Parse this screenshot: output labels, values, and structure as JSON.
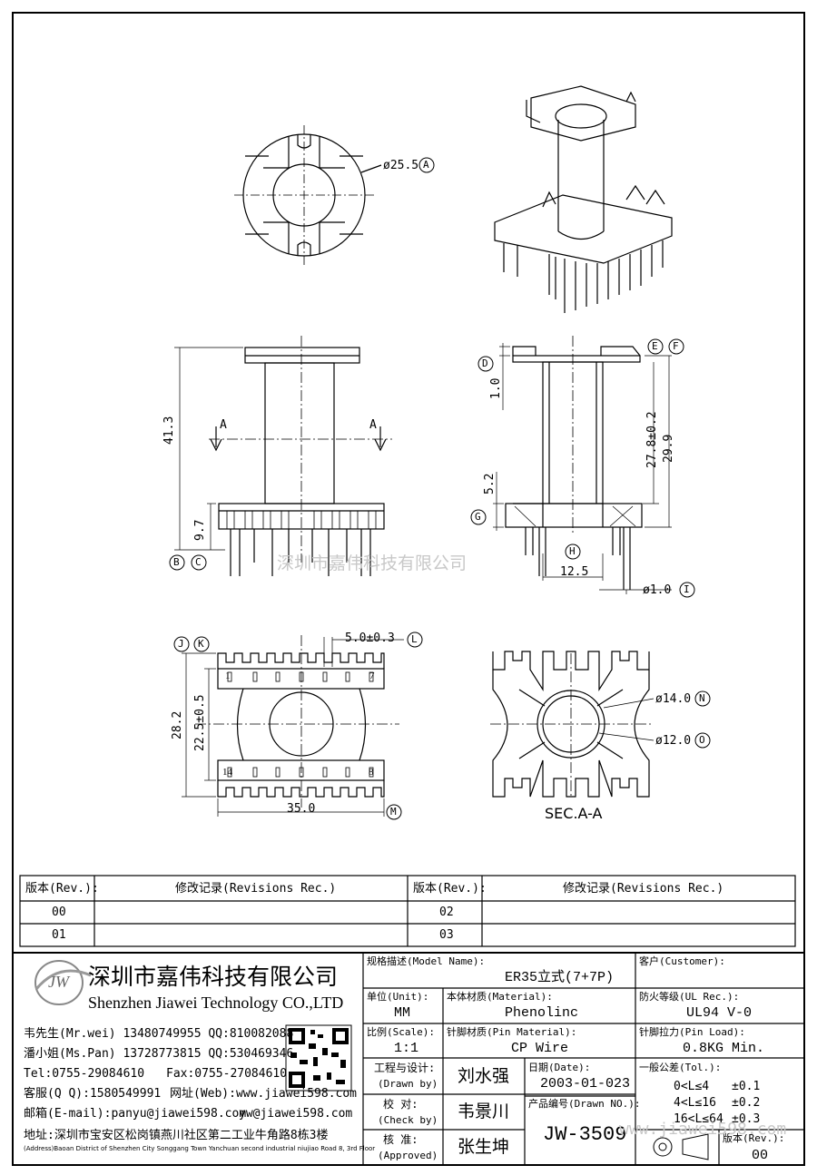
{
  "top_view": {
    "dia_label": "ø25.5",
    "ref": "A"
  },
  "front_view": {
    "h_total": "41.3",
    "h_base": "9.7",
    "section_mark_left": "A",
    "section_mark_right": "A",
    "refs": [
      "B",
      "C"
    ]
  },
  "side_view": {
    "d1": "1.0",
    "d2": "27.8±0.2",
    "d3": "29.9",
    "d4": "5.2",
    "d5": "12.5",
    "pin_dia": "ø1.0",
    "refs_top": [
      "E",
      "F"
    ],
    "ref_d": "D",
    "ref_g": "G",
    "ref_h": "H",
    "ref_i": "I"
  },
  "watermark_center": "深圳市嘉伟科技有限公司",
  "bottom_view": {
    "pitch": "5.0±0.3",
    "pitch_ref": "L",
    "refs": [
      "J",
      "K"
    ],
    "h1": "28.2",
    "h2": "22.5±0.5",
    "width": "35.0",
    "width_ref": "M",
    "pin_1": "1",
    "pin_7": "7",
    "pin_14": "14",
    "pin_8": "8"
  },
  "section_view": {
    "d_outer": "ø14.0",
    "d_outer_ref": "N",
    "d_inner": "ø12.0",
    "d_inner_ref": "O",
    "title": "SEC.A-A"
  },
  "revisions": {
    "h_rev": "版本(Rev.):",
    "h_rec": "修改记录(Revisions Rec.)",
    "rows_left": [
      "00",
      "01"
    ],
    "rows_right": [
      "02",
      "03"
    ]
  },
  "company": {
    "logo_text": "JW",
    "name_cn": "深圳市嘉伟科技有限公司",
    "name_en": "Shenzhen Jiawei Technology CO.,LTD",
    "contact1": "韦先生(Mr.wei) 13480749955 QQ:810082088",
    "contact2": "潘小姐(Ms.Pan) 13728773815 QQ:530469346",
    "tel": "Tel:0755-29084610",
    "fax": "Fax:0755-27084610",
    "service": "客服(Q Q):1580549991",
    "web": "网址(Web):www.jiawei598.com",
    "email": "邮箱(E-mail):panyu@jiawei598.com",
    "email2": "yw@jiawei598.com",
    "address": "地址:深圳市宝安区松岗镇燕川社区第二工业牛角路8栋3楼",
    "address_en": "(Address)Baoan District of Shenzhen City Songgang Town Yanchuan second industrial niujiao Road 8, 3rd Floor"
  },
  "title_block": {
    "model_label": "规格描述(Model Name):",
    "model": "ER35立式(7+7P)",
    "customer_label": "客户(Customer):",
    "customer": "",
    "unit_label": "单位(Unit):",
    "unit": "MM",
    "material_label": "本体材质(Material):",
    "material": "Phenolinc",
    "ul_label": "防火等级(UL Rec.):",
    "ul": "UL94 V-0",
    "scale_label": "比例(Scale):",
    "scale": "1:1",
    "pin_mat_label": "针脚材质(Pin Material):",
    "pin_mat": "CP Wire",
    "pin_load_label": "针脚拉力(Pin Load):",
    "pin_load": "0.8KG Min.",
    "drawn_label": "工程与设计:",
    "drawn_sub": "(Drawn by)",
    "drawn": "刘水强",
    "date_label": "日期(Date):",
    "date": "2003-01-023",
    "check_label": "校 对:",
    "check_sub": "(Check by)",
    "check": "韦景川",
    "drawn_no_label": "产品编号(Drawn NO.):",
    "drawn_no": "JW-3509",
    "approved_label": "核 准:",
    "approved_sub": "(Approved)",
    "approved": "张生坤",
    "tol_label": "一般公差(Tol.):",
    "tol1": "0<L≤4",
    "tol1v": "±0.1",
    "tol2": "4<L≤16",
    "tol2v": "±0.2",
    "tol3": "16<L≤64",
    "tol3v": "±0.3",
    "rev_label": "版本(Rev.):",
    "rev": "00",
    "watermark_url": "www.jiawei598.com"
  }
}
